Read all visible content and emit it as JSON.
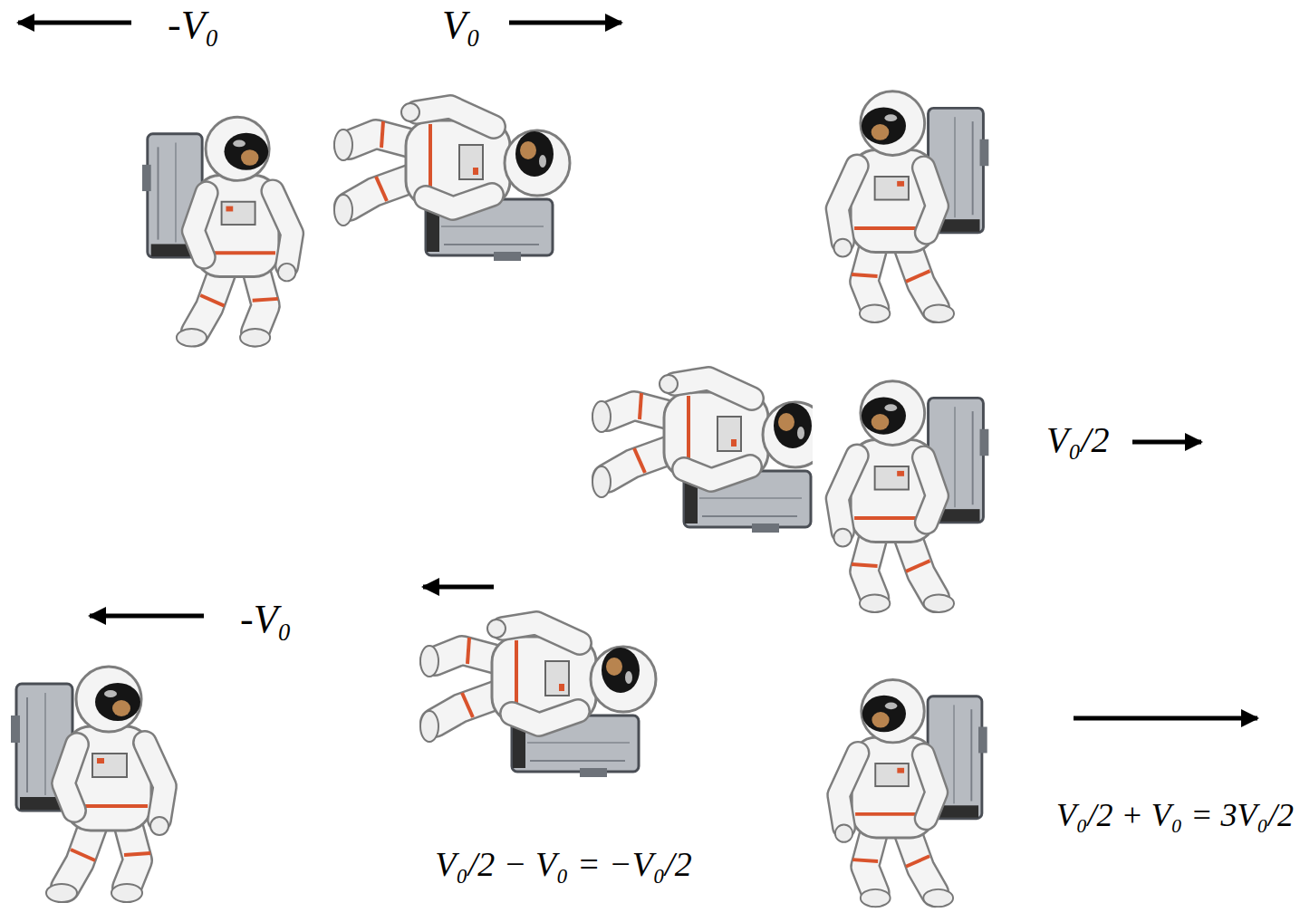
{
  "diagram": {
    "labels": [
      "-V₀",
      "V₀",
      "V₀/2",
      "-V₀",
      "V₀/2 − V₀ = −V₀/2",
      "V₀/2 + V₀ = 3V₀/2"
    ]
  }
}
